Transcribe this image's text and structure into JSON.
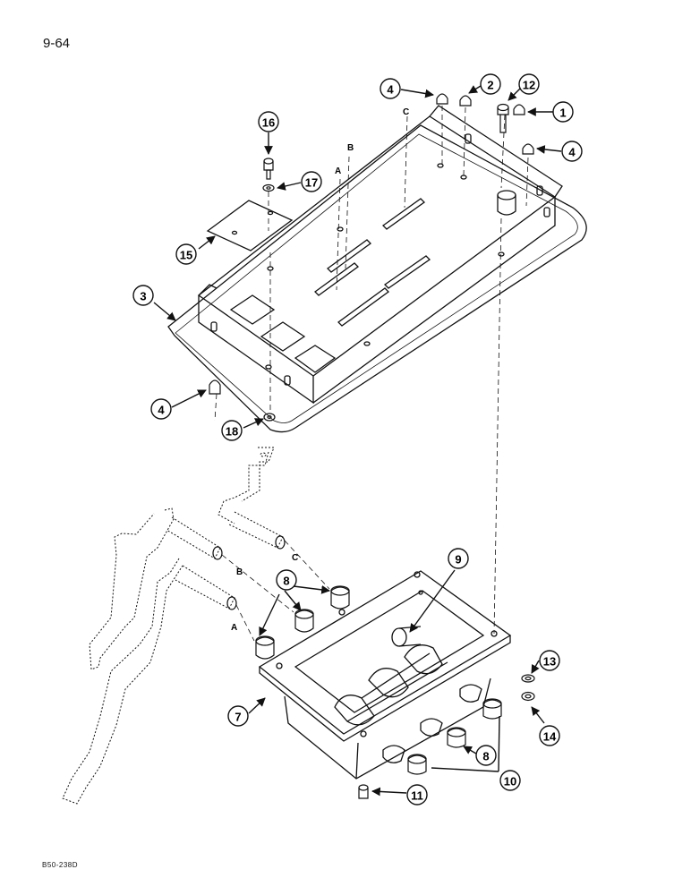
{
  "page_number": "9-64",
  "figure_code": "B50-238D",
  "line_letters": {
    "A": "A",
    "B": "B",
    "C": "C"
  },
  "callouts": [
    "1",
    "2",
    "3",
    "4",
    "7",
    "8",
    "9",
    "10",
    "11",
    "12",
    "13",
    "14",
    "15",
    "16",
    "17",
    "18"
  ]
}
